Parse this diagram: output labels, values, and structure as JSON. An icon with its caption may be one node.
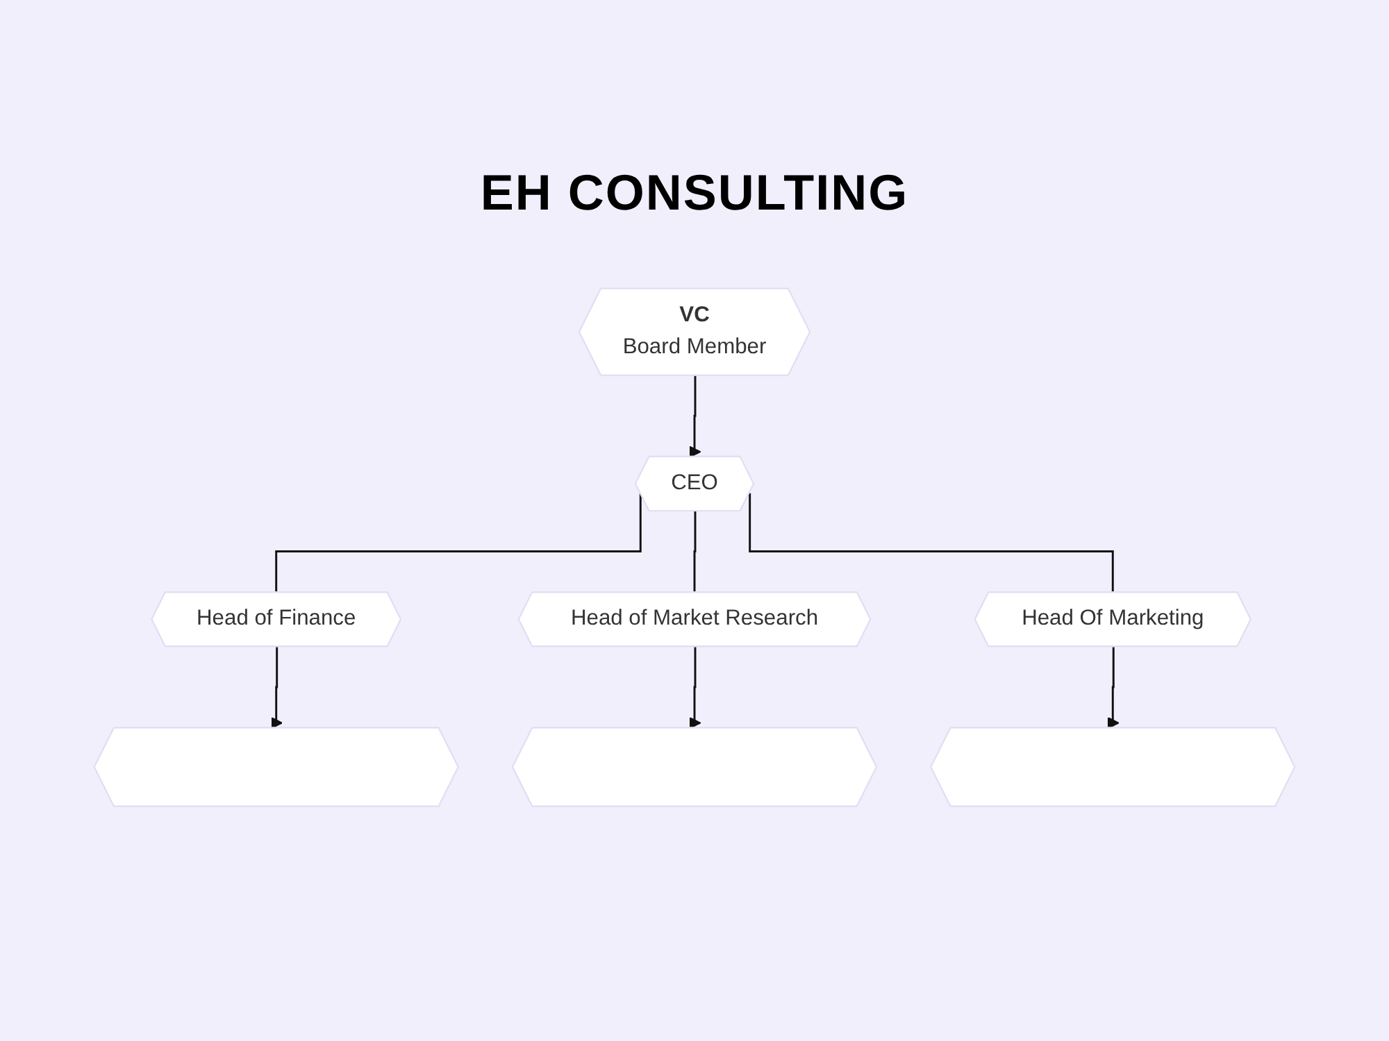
{
  "diagram": {
    "title": "EH CONSULTING",
    "nodes": [
      {
        "text": [
          "VC",
          "Board Member"
        ]
      },
      {
        "text": [
          "CEO"
        ]
      },
      {
        "text": [
          "Head of Finance"
        ]
      },
      {
        "text": [
          "Head of Market Research"
        ]
      },
      {
        "text": [
          "Head Of Marketing"
        ]
      },
      {
        "text": [],
        "shape": "octagon"
      },
      {
        "text": [],
        "shape": "octagon"
      },
      {
        "text": [],
        "shape": "octagon"
      }
    ],
    "edges": [
      {
        "from": 0,
        "to": 1,
        "arrow": "to"
      },
      {
        "from": 1,
        "to": 2,
        "arrow": "none"
      },
      {
        "from": 1,
        "to": 3,
        "arrow": "none"
      },
      {
        "from": 1,
        "to": 4,
        "arrow": "none"
      },
      {
        "from": 2,
        "to": 5,
        "arrow": "to"
      },
      {
        "from": 3,
        "to": 6,
        "arrow": "to"
      },
      {
        "from": 4,
        "to": 7,
        "arrow": "to"
      }
    ]
  }
}
